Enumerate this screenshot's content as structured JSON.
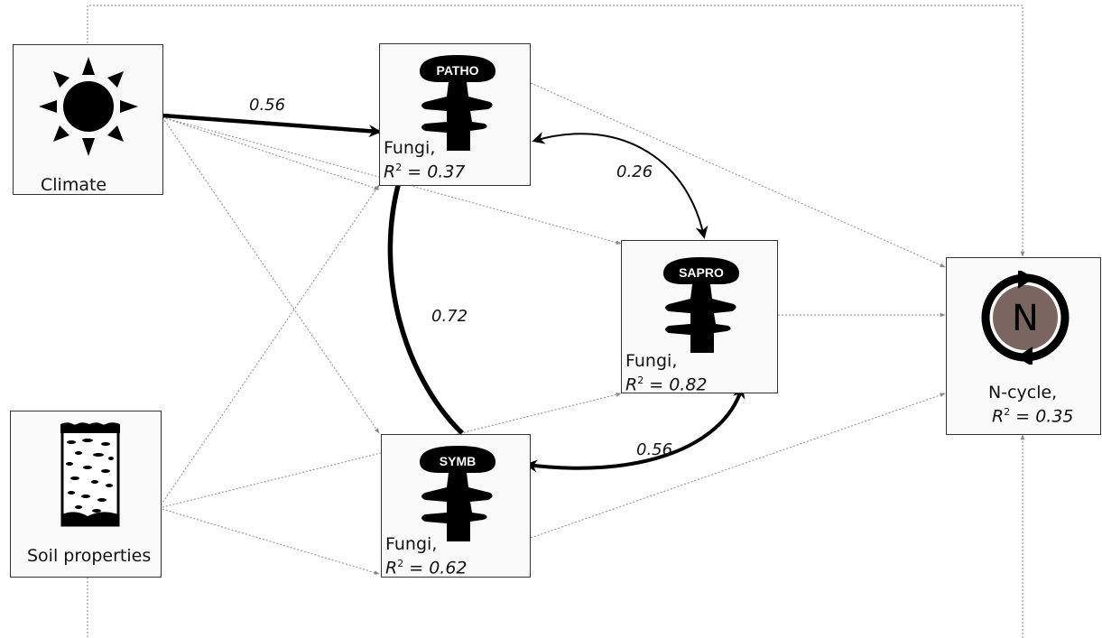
{
  "nodes": {
    "climate": {
      "label": "Climate"
    },
    "soil": {
      "label": "Soil properties"
    },
    "patho": {
      "badge": "PATHO",
      "label": "Fungi,",
      "r2_value": "= 0.37"
    },
    "sapro": {
      "badge": "SAPRO",
      "label": "Fungi,",
      "r2_value": "= 0.82"
    },
    "symb": {
      "badge": "SYMB",
      "label": "Fungi,",
      "r2_value": "= 0.62"
    },
    "ncycle": {
      "label": "N-cycle,",
      "r2_value": "= 0.35",
      "glyph": "N"
    }
  },
  "r2_symbol": "R",
  "r2_sup": "2",
  "paths": {
    "climate_patho": "0.56",
    "patho_sapro": "0.26",
    "symb_patho": "0.72",
    "symb_sapro": "0.56"
  },
  "colors": {
    "ncycle_fill": "#7a6560",
    "strong_path": "#000000",
    "weak_path": "#8a8a8a"
  },
  "icons": {
    "climate": "sun-icon",
    "soil": "soil-profile-icon",
    "fungi": "mushroom-icon",
    "ncycle": "nitrogen-cycle-icon"
  }
}
